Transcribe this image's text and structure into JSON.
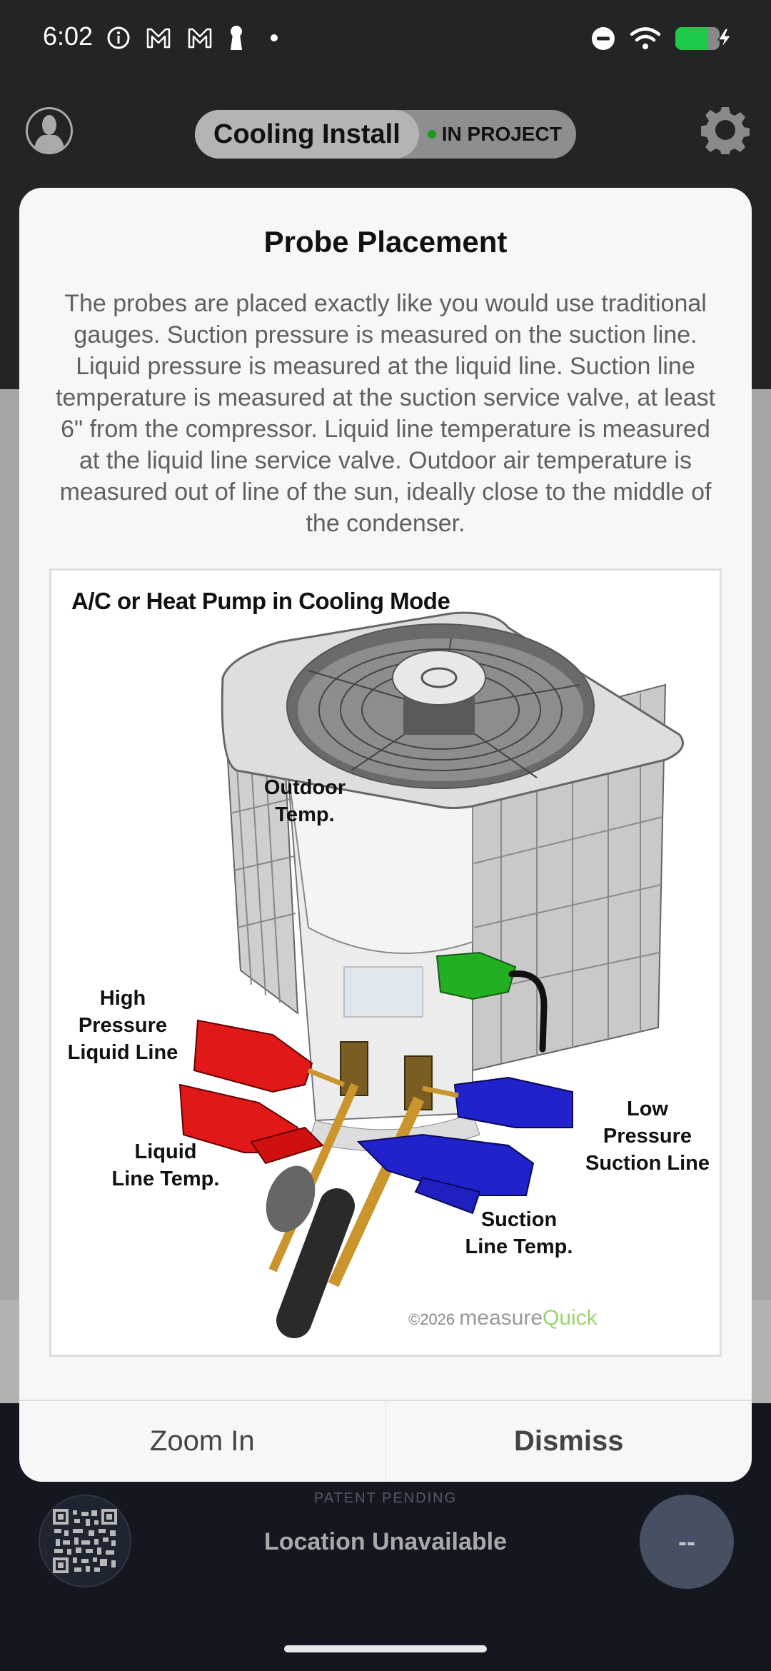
{
  "status_bar": {
    "time": "6:02",
    "left_icons": [
      "info-icon",
      "gmail-icon",
      "gmail-icon",
      "keyhole-icon",
      "dot-icon"
    ],
    "right_icons": [
      "do-not-disturb-icon",
      "wifi-icon",
      "battery-charging-icon"
    ],
    "battery_color": "#1ccb4a"
  },
  "header": {
    "project_name": "Cooling Install",
    "project_status": "IN PROJECT",
    "status_color": "#1a9a1a"
  },
  "modal": {
    "title": "Probe Placement",
    "body": "The probes are placed exactly like you would use traditional gauges. Suction pressure is measured on the suction line. Liquid pressure is measured at the liquid line. Suction line temperature is measured at the suction service valve, at least 6\" from the compressor. Liquid line temperature is measured at the liquid line service valve. Outdoor air temperature is measured out of line of the sun, ideally close to the middle of the condenser.",
    "diagram": {
      "title": "A/C or Heat Pump in Cooling Mode",
      "labels": {
        "outdoor_1": "Outdoor",
        "outdoor_2": "Temp.",
        "high_1": "High",
        "high_2": "Pressure",
        "high_3": "Liquid Line",
        "liquid_1": "Liquid",
        "liquid_2": "Line Temp.",
        "low_1": "Low",
        "low_2": "Pressure",
        "low_3": "Suction Line",
        "suction_1": "Suction",
        "suction_2": "Line Temp."
      },
      "copyright_year": "©2026",
      "brand_measure": "measure",
      "brand_quick": "Quick",
      "brand_color": "#9ad46e"
    },
    "actions": {
      "zoom_in": "Zoom In",
      "dismiss": "Dismiss"
    }
  },
  "bottom": {
    "patent": "PATENT PENDING",
    "location": "Location Unavailable",
    "value_button": "--"
  }
}
